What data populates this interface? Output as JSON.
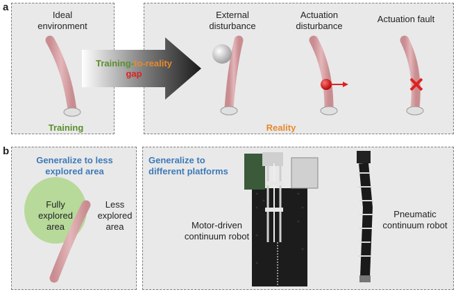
{
  "panel_a": {
    "letter": "a",
    "ideal_environment": "Ideal environment",
    "training": "Training",
    "gap_part1": "Training-",
    "gap_part2": "to-",
    "gap_part3": "reality",
    "gap_part4": "gap",
    "external_disturbance": "External disturbance",
    "actuation_disturbance": "Actuation disturbance",
    "actuation_fault": "Actuation fault",
    "reality": "Reality"
  },
  "panel_b": {
    "letter": "b",
    "generalize_less": "Generalize to less explored area",
    "fully_explored": "Fully explored area",
    "less_explored": "Less explored area",
    "generalize_platforms": "Generalize to different platforms",
    "motor_driven": "Motor-driven continuum robot",
    "pneumatic": "Pneumatic continuum robot"
  },
  "colors": {
    "robot_pink": "#d9a5a8",
    "green_label": "#5a8f2a",
    "orange_label": "#e8892c",
    "blue_label": "#3d7ab8",
    "red_marker": "#e02020",
    "explored_ellipse": "#b7d99a"
  }
}
